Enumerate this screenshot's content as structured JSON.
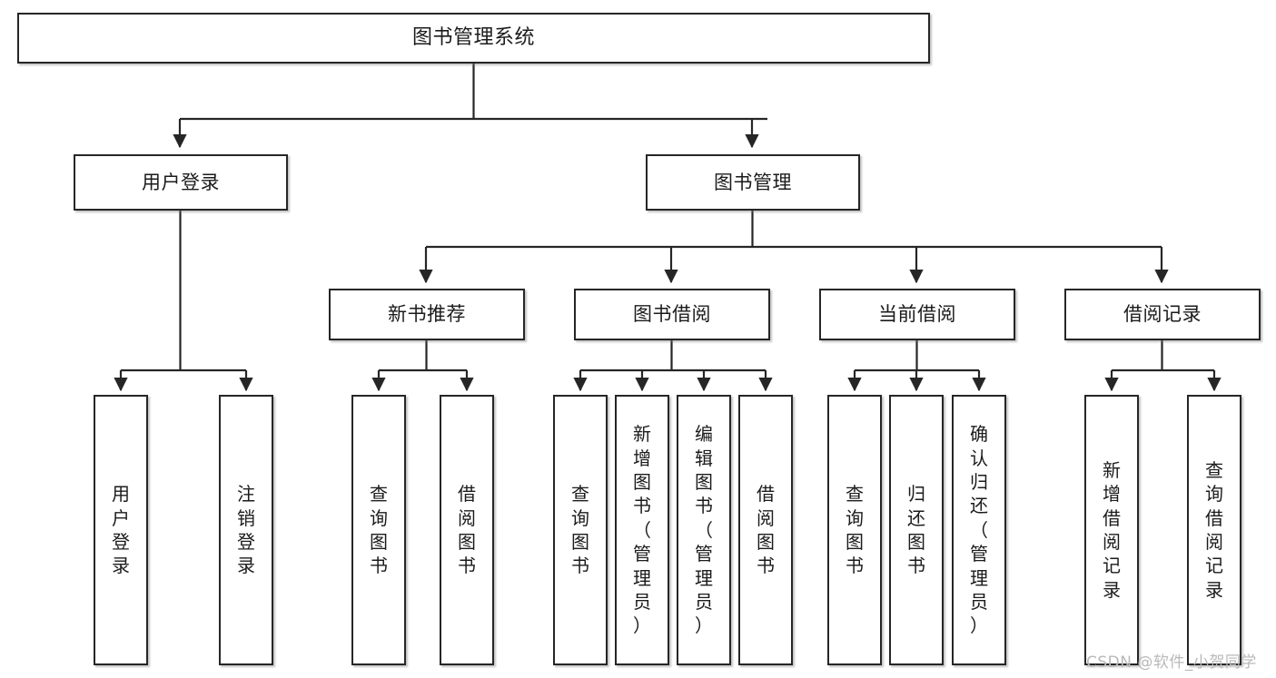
{
  "diagram": {
    "title": "图书管理系统",
    "type": "tree-hierarchy",
    "nodes": {
      "root": {
        "label": "图书管理系统"
      },
      "level2": [
        {
          "id": "user-login",
          "label": "用户登录"
        },
        {
          "id": "book-manage",
          "label": "图书管理"
        }
      ],
      "level3": [
        {
          "id": "new-book-recommend",
          "label": "新书推荐"
        },
        {
          "id": "book-borrow",
          "label": "图书借阅"
        },
        {
          "id": "current-borrow",
          "label": "当前借阅"
        },
        {
          "id": "borrow-record",
          "label": "借阅记录"
        }
      ],
      "leaves": {
        "user-login": [
          {
            "id": "leaf-user-login",
            "label": "用\n户\n登\n录"
          },
          {
            "id": "leaf-logout",
            "label": "注\n销\n登\n录"
          }
        ],
        "new-book-recommend": [
          {
            "id": "leaf-query-book-1",
            "label": "查\n询\n图\n书"
          },
          {
            "id": "leaf-borrow-book-1",
            "label": "借\n阅\n图\n书"
          }
        ],
        "book-borrow": [
          {
            "id": "leaf-query-book-2",
            "label": "查\n询\n图\n书"
          },
          {
            "id": "leaf-add-book",
            "label": "新\n增\n图\n书\n（\n管\n理\n员\n）"
          },
          {
            "id": "leaf-edit-book",
            "label": "编\n辑\n图\n书\n（\n管\n理\n员\n）"
          },
          {
            "id": "leaf-borrow-book-2",
            "label": "借\n阅\n图\n书"
          }
        ],
        "current-borrow": [
          {
            "id": "leaf-query-book-3",
            "label": "查\n询\n图\n书"
          },
          {
            "id": "leaf-return-book",
            "label": "归\n还\n图\n书"
          },
          {
            "id": "leaf-confirm-return",
            "label": "确\n认\n归\n还\n（\n管\n理\n员\n）"
          }
        ],
        "borrow-record": [
          {
            "id": "leaf-add-record",
            "label": "新\n增\n借\n阅\n记\n录"
          },
          {
            "id": "leaf-query-record",
            "label": "查\n询\n借\n阅\n记\n录"
          }
        ]
      }
    },
    "watermark": "CSDN @软件_小贺同学",
    "colors": {
      "border": "#262626",
      "background": "#ffffff",
      "text": "#1b1b1b",
      "watermark": "#b9b9b9"
    }
  }
}
